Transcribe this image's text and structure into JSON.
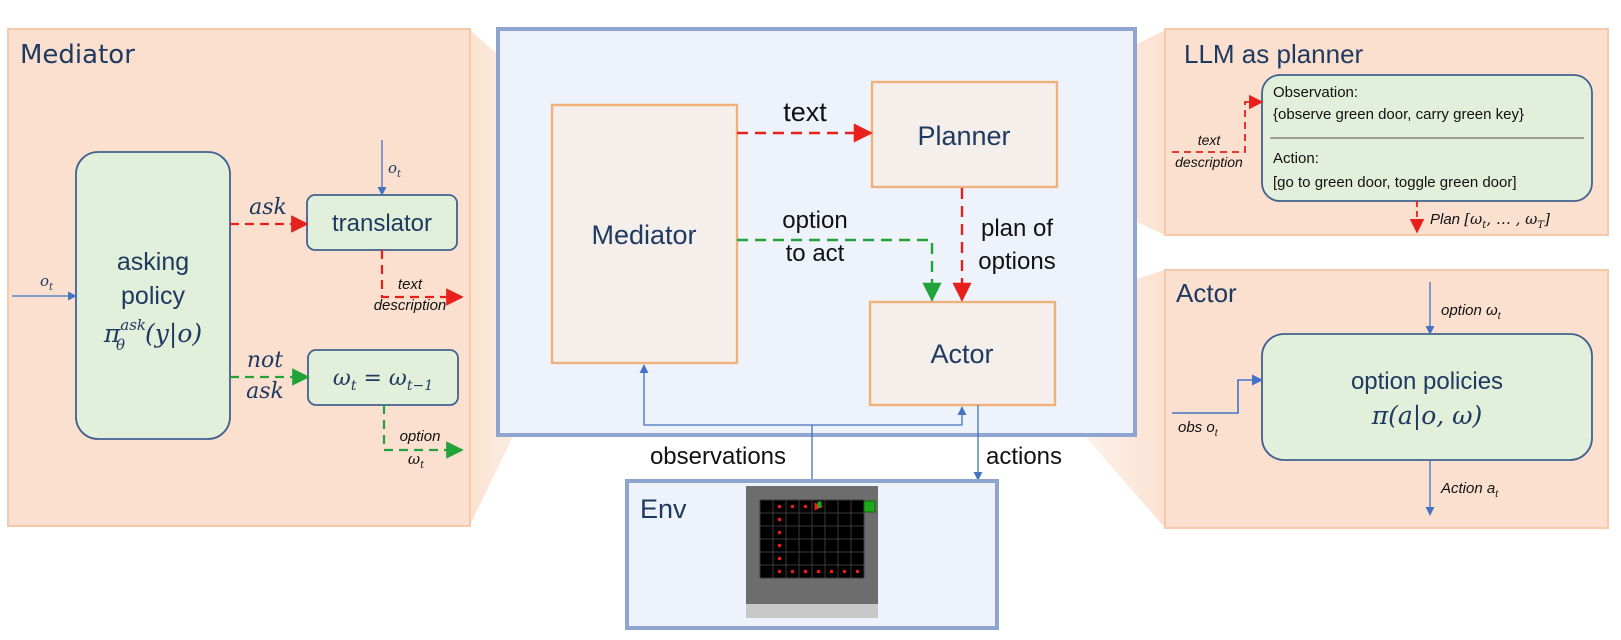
{
  "mediator_panel": {
    "title": "Mediator",
    "asking_policy": [
      "asking",
      "policy"
    ],
    "policy_symbol": "π",
    "policy_sup": "ask",
    "policy_sub": "θ",
    "policy_arg": "(y|o)",
    "obs_input": "o",
    "obs_input_sub": "t",
    "obs_top": "o",
    "obs_top_sub": "t",
    "ask_label": "ask",
    "not_ask_label": [
      "not",
      "ask"
    ],
    "translator": "translator",
    "omega_eq": "ω",
    "omega_eq_sub": "t",
    "omega_eq_mid": " = ω",
    "omega_eq_sub2": "t−1",
    "text_out": [
      "text",
      "description"
    ],
    "option_out": "option",
    "option_out_sym": "ω",
    "option_out_sub": "t"
  },
  "center": {
    "mediator": "Mediator",
    "planner": "Planner",
    "actor": "Actor",
    "text_label": "text",
    "option_label": [
      "option",
      "to act"
    ],
    "plan_label": [
      "plan of",
      "options"
    ],
    "observations": "observations",
    "actions": "actions",
    "env": "Env"
  },
  "planner_panel": {
    "title": "LLM as planner",
    "obs_heading": "Observation:",
    "obs_value": "{observe green door, carry green key}",
    "action_heading": "Action:",
    "action_value": "[go to green door, toggle green door]",
    "input_label": [
      "text",
      "description"
    ],
    "plan_prefix": "Plan ",
    "plan_value": "[ω",
    "plan_sub1": "t",
    "plan_mid": ", … , ω",
    "plan_sub2": "T",
    "plan_end": "]"
  },
  "actor_panel": {
    "title": "Actor",
    "option_label": "option ω",
    "option_sub": "t",
    "policy_box": "option policies",
    "policy_formula": "π(a|o, ω)",
    "obs_label": "obs o",
    "obs_sub": "t",
    "action_label": "Action a",
    "action_sub": "t"
  },
  "colors": {
    "panel_fill": "#fbe0cf",
    "panel_border": "#f6c9a8",
    "green_box": "#e2efda",
    "box_border": "#41618f",
    "center_fill": "#eef3fb",
    "center_border": "#8ea6cf",
    "orange_border": "#f0b07a",
    "red": "#e8201c",
    "green": "#21a33a",
    "blue": "#4472c4",
    "navy": "#1f3a60"
  },
  "grid": {
    "cols": 8,
    "rows": 6,
    "goal_cell": [
      7,
      0
    ],
    "agent_cell": [
      4,
      0
    ],
    "dots": [
      [
        1,
        0
      ],
      [
        2,
        0
      ],
      [
        3,
        0
      ],
      [
        1,
        1
      ],
      [
        1,
        2
      ],
      [
        1,
        3
      ],
      [
        1,
        4
      ],
      [
        1,
        5
      ],
      [
        2,
        5
      ],
      [
        3,
        5
      ],
      [
        4,
        5
      ],
      [
        5,
        5
      ],
      [
        6,
        5
      ],
      [
        7,
        5
      ]
    ]
  }
}
